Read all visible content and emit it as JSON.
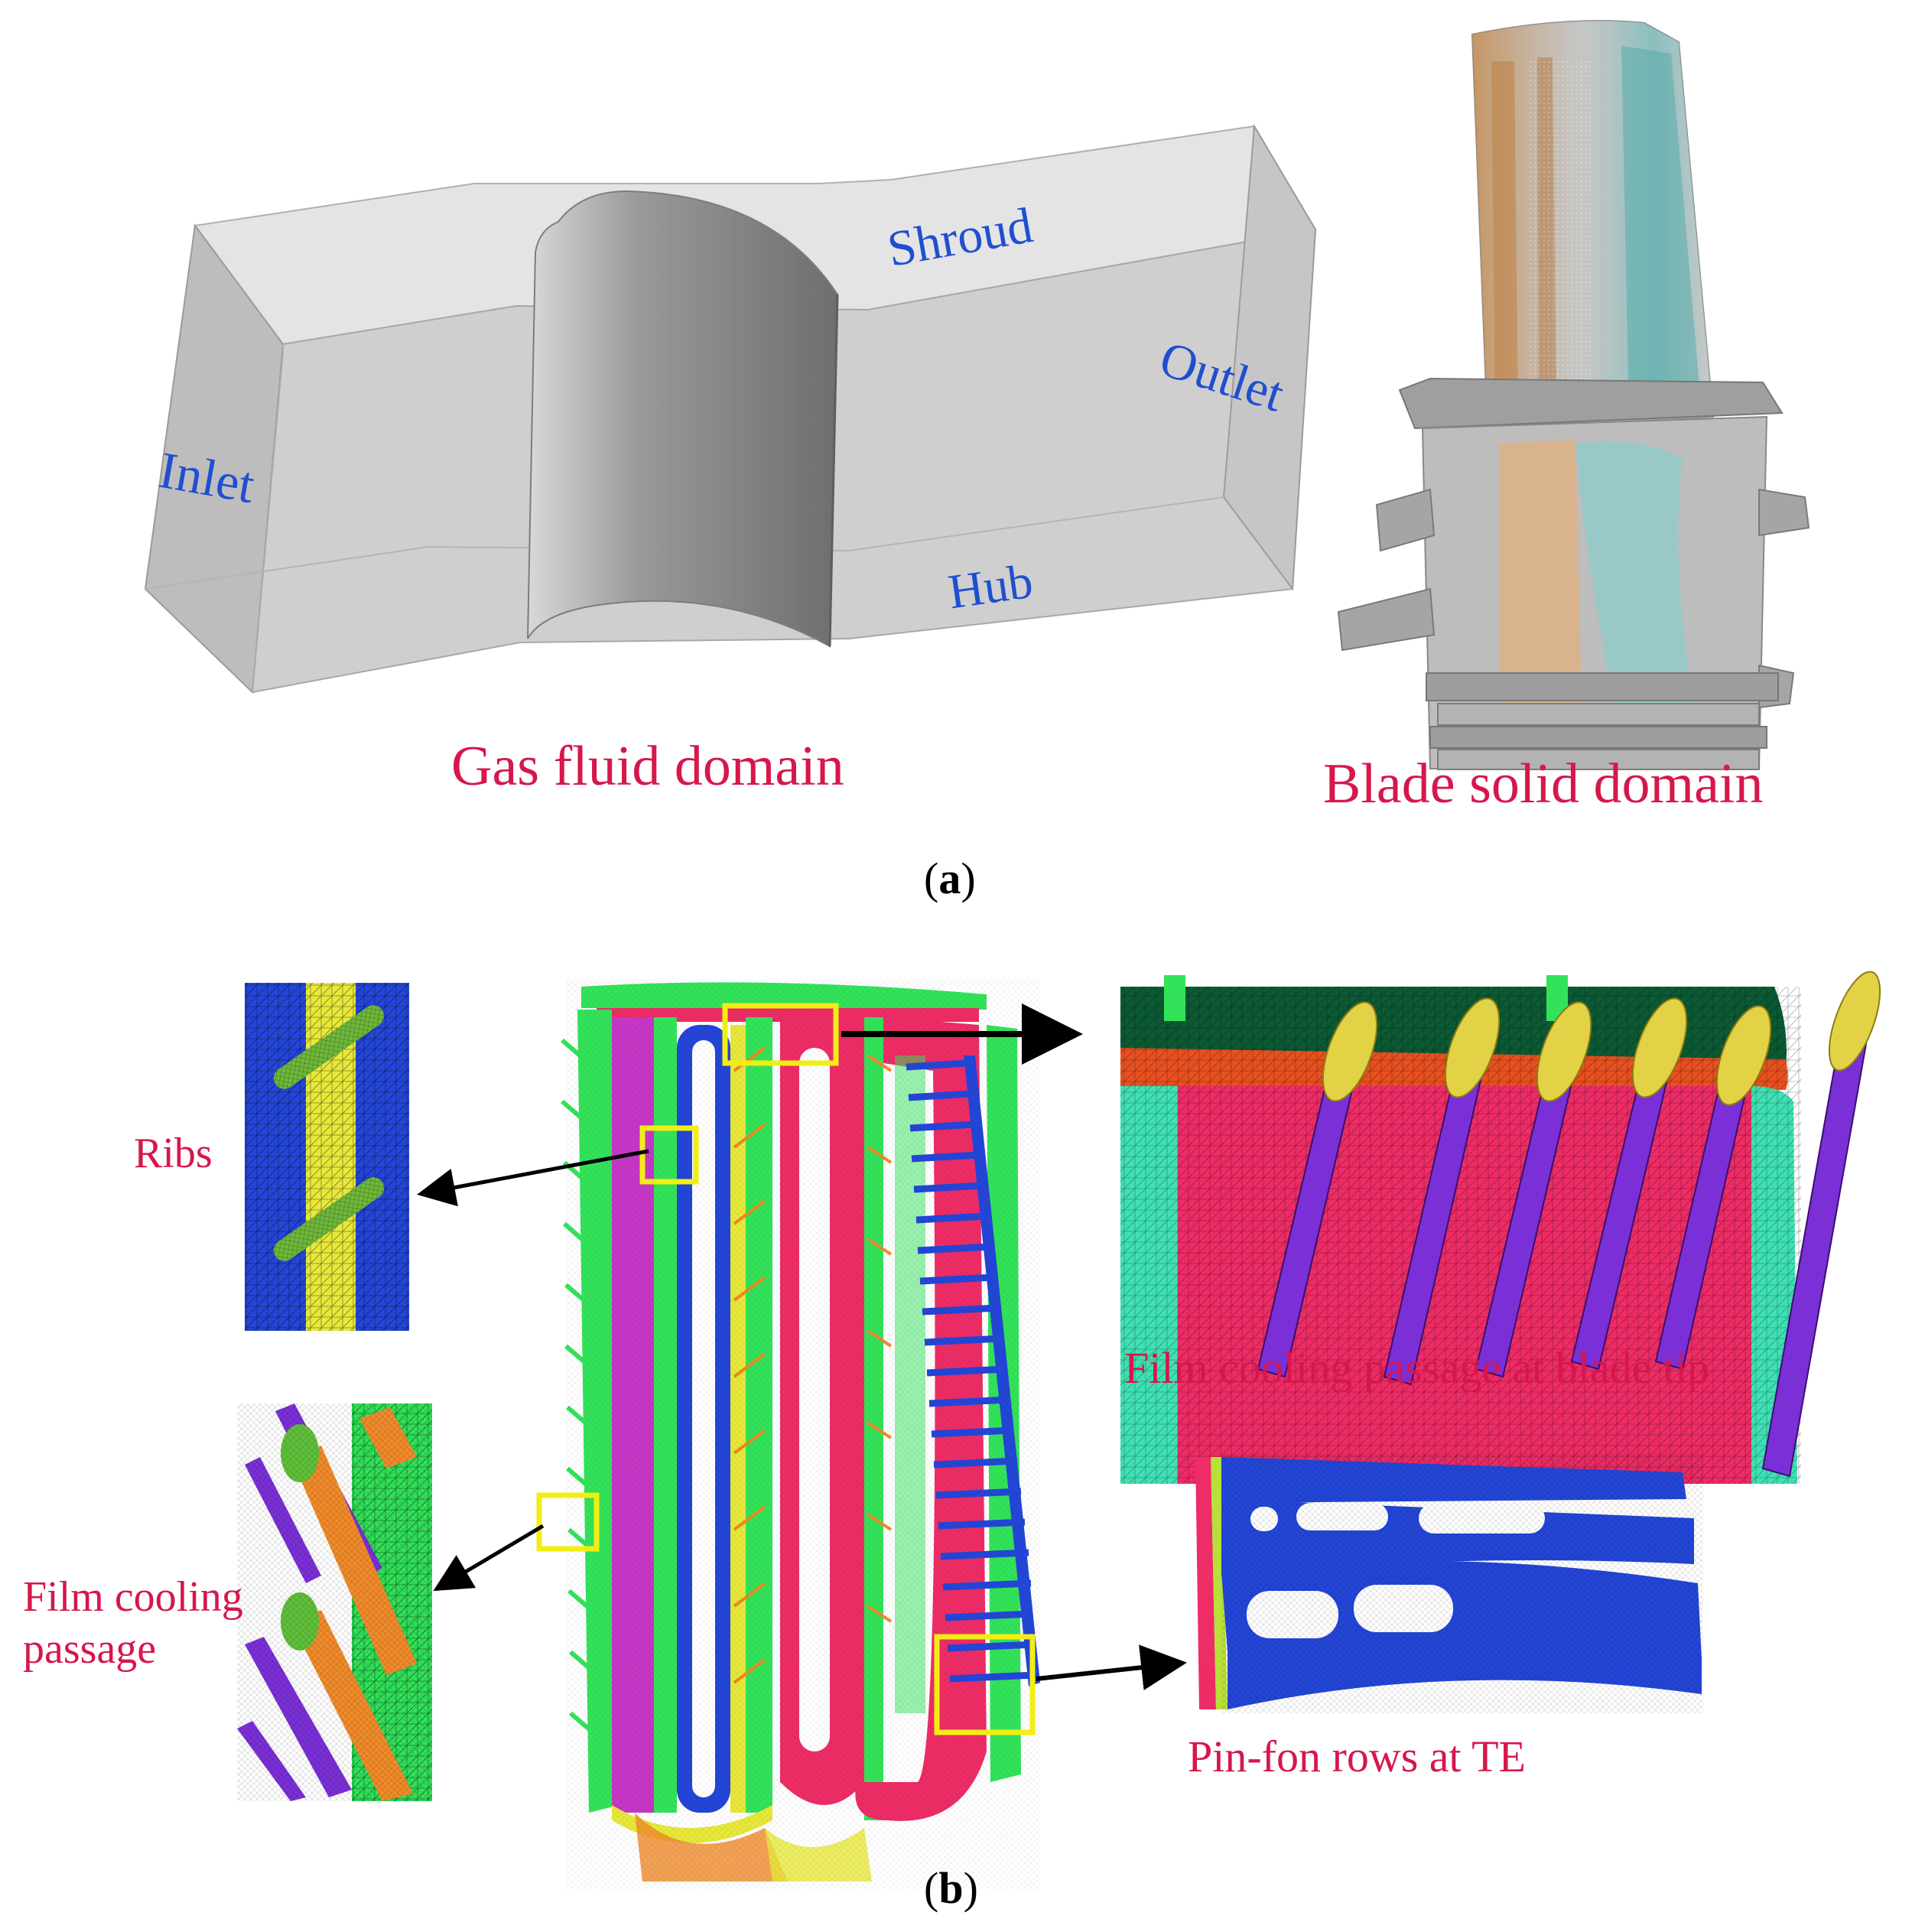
{
  "colors": {
    "label_blue": "#1f4fd1",
    "label_red": "#d6174b",
    "mesh_blue": "#2346d8",
    "mesh_yellow": "#e7e83a",
    "mesh_green": "#32e35a",
    "mesh_red": "#ee2c66",
    "mesh_orange": "#f08a2a",
    "mesh_purple": "#7b2fd6",
    "mesh_teal": "#3fe0b4",
    "mesh_darkgreen": "#0c5a34",
    "callout_box": "#f2ee14"
  },
  "panel_a": {
    "gas_domain": {
      "title": "Gas fluid domain",
      "labels": {
        "inlet": "Inlet",
        "shroud": "Shroud",
        "outlet": "Outlet",
        "hub": "Hub"
      }
    },
    "blade_domain": {
      "title": "Blade solid domain"
    },
    "caption_prefix": "(",
    "caption_letter": "a",
    "caption_suffix": ")"
  },
  "panel_b": {
    "ribs": "Ribs",
    "film_cooling_line1": "Film cooling",
    "film_cooling_line2": "passage",
    "film_cooling_tip": "Film cooling passage at blade tip",
    "pin_fin": "Pin-fon rows at TE",
    "caption_prefix": "(",
    "caption_letter": "b",
    "caption_suffix": ")"
  }
}
